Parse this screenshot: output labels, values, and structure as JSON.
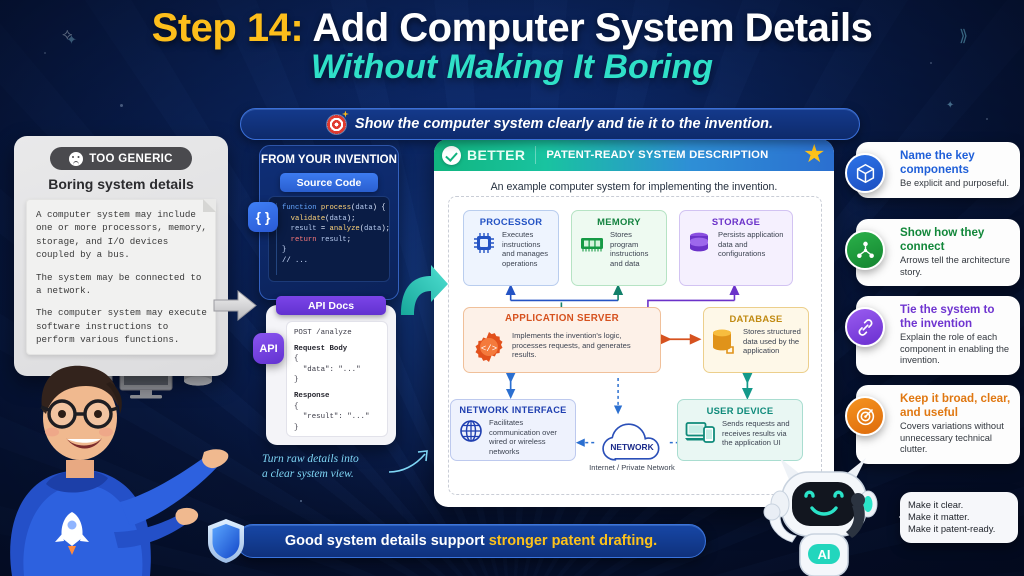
{
  "header": {
    "step_label": "Step 14:",
    "title_rest": "Add Computer System Details",
    "subtitle": "Without Making It Boring"
  },
  "subtitle_pill": {
    "icon": "target-icon",
    "text": "Show the computer system clearly and tie it to the invention."
  },
  "generic_card": {
    "badge_icon": "sad-face-icon",
    "badge_label": "TOO GENERIC",
    "title": "Boring system details",
    "paragraphs": [
      "A computer system may include one or more processors, memory, storage, and I/O devices coupled by a bus.",
      "The system may be connected to a network.",
      "The computer system may execute software instructions to perform various functions."
    ]
  },
  "invention_card": {
    "title": "FROM YOUR INVENTION",
    "source_code_label": "Source Code",
    "brace_chip": "{ }",
    "code_lines": [
      "function process(data) {",
      "  validate(data);",
      "  result = analyze(data);",
      "  return result;",
      "}",
      "// ..."
    ]
  },
  "api_card": {
    "pill_label": "API Docs",
    "chip_label": "API",
    "lines": [
      "POST /analyze",
      "Request Body",
      "{",
      "  \"data\": \"...\"",
      "}",
      "Response",
      "{",
      "  \"result\": \"...\"",
      "}"
    ]
  },
  "hand_note": {
    "line1": "Turn raw details into",
    "line2": "a clear system view."
  },
  "main_panel": {
    "better_label": "BETTER",
    "head_title": "PATENT-READY SYSTEM DESCRIPTION",
    "star_icon": "star-icon",
    "caption": "An example computer system for implementing the invention."
  },
  "diagram": {
    "nodes": [
      {
        "id": "processor",
        "title": "PROCESSOR",
        "desc": "Executes instructions and manages operations",
        "icon": "cpu-chip-icon",
        "color": "#2453c4"
      },
      {
        "id": "memory",
        "title": "MEMORY",
        "desc": "Stores program instructions and data",
        "icon": "ram-stick-icon",
        "color": "#13823f"
      },
      {
        "id": "storage",
        "title": "STORAGE",
        "desc": "Persists application data and configurations",
        "icon": "database-disk-icon",
        "color": "#6b32c9"
      },
      {
        "id": "appserver",
        "title": "APPLICATION SERVER",
        "desc": "Implements the invention's logic, processes requests, and generates results.",
        "icon": "gear-code-icon",
        "color": "#d6521f"
      },
      {
        "id": "database",
        "title": "DATABASE",
        "desc": "Stores structured data used by the application",
        "icon": "database-cylinder-icon",
        "color": "#c08a12"
      },
      {
        "id": "netiface",
        "title": "NETWORK INTERFACE",
        "desc": "Facilitates communication over wired or wireless networks",
        "icon": "globe-icon",
        "color": "#1f3fb0"
      },
      {
        "id": "userdevice",
        "title": "USER DEVICE",
        "desc": "Sends requests and receives results via the application UI",
        "icon": "laptop-phone-icon",
        "color": "#0e8a7a"
      }
    ],
    "cloud": {
      "title": "NETWORK",
      "caption": "Internet / Private Network",
      "icon": "cloud-icon"
    }
  },
  "tips": [
    {
      "icon": "cube-icon",
      "title": "Name the key components",
      "desc": "Be explicit and purposeful."
    },
    {
      "icon": "nodes-icon",
      "title": "Show how they connect",
      "desc": "Arrows tell the architecture story."
    },
    {
      "icon": "link-icon",
      "title": "Tie the system to the invention",
      "desc": "Explain the role of each component in enabling the invention."
    },
    {
      "icon": "target-icon",
      "title": "Keep it broad, clear, and useful",
      "desc": "Covers variations without unnecessary technical clutter."
    }
  ],
  "bubble": {
    "line1": "Make it clear.",
    "line2": "Make it matter.",
    "line3": "Make it patent-ready."
  },
  "bottom_banner": {
    "icon": "shield-icon",
    "text_plain": "Good system details support ",
    "text_accent": "stronger patent drafting."
  },
  "mascots": {
    "robot_badge": "AI"
  },
  "colors": {
    "gold": "#fdc21b",
    "teal": "#2fe0c8",
    "deep_blue": "#0a1f52",
    "banner_blue": "#1747a6"
  }
}
